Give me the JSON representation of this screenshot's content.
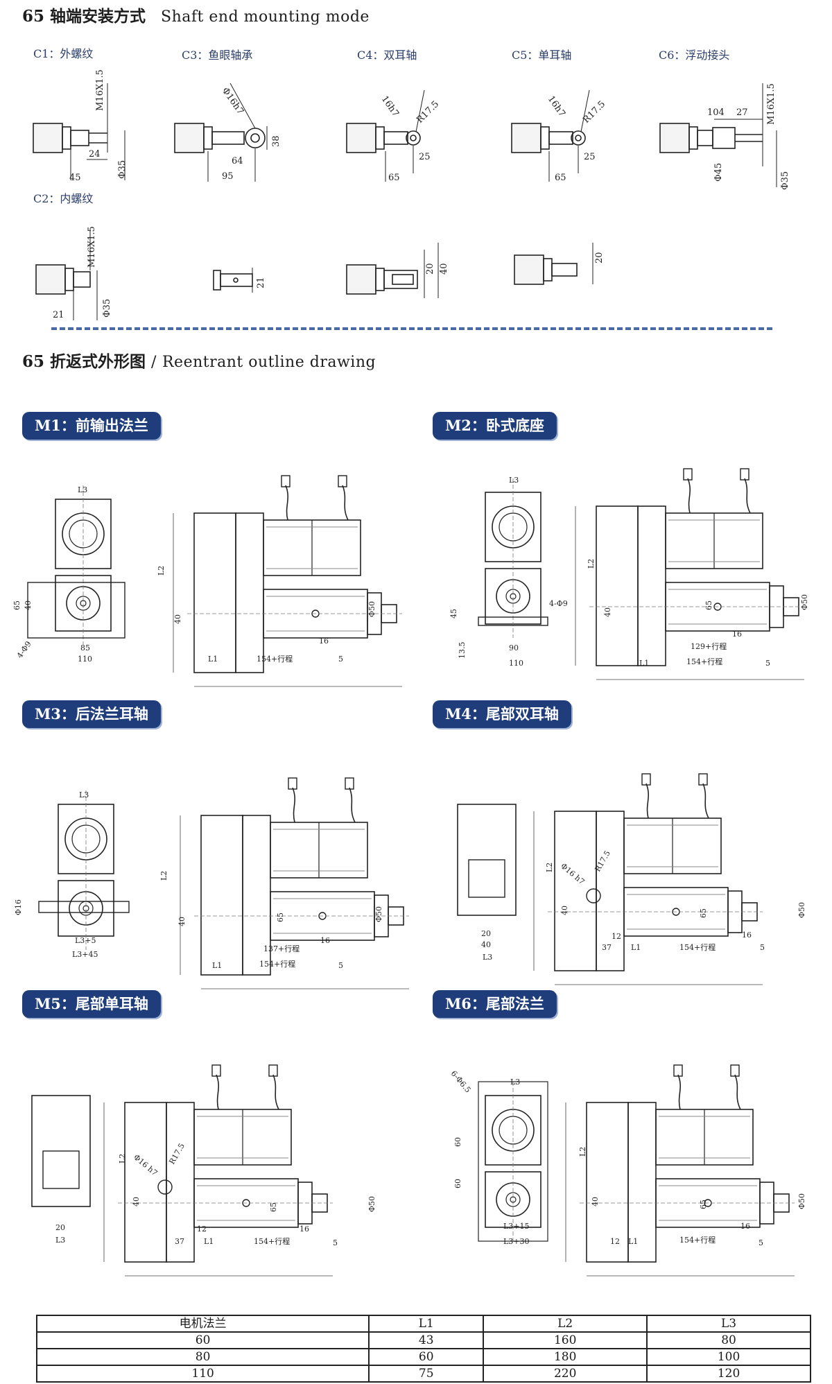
{
  "section1": {
    "num": "65",
    "title_cn": "轴端安装方式",
    "title_en": "Shaft end mounting mode",
    "labels": {
      "c1": "C1：外螺纹",
      "c3": "C3：鱼眼轴承",
      "c4": "C4：双耳轴",
      "c5": "C5：单耳轴",
      "c6": "C6：浮动接头",
      "c2": "C2：内螺纹"
    },
    "dims": {
      "c1": [
        "M16X1.5",
        "24",
        "45",
        "Φ35"
      ],
      "c3": [
        "Φ16h7",
        "38",
        "64",
        "95"
      ],
      "c4": [
        "16h7",
        "R17.5",
        "25",
        "65"
      ],
      "c5": [
        "16h7",
        "R17.5",
        "25",
        "65"
      ],
      "c6": [
        "104",
        "27",
        "M16X1.5",
        "Φ45",
        "Φ35"
      ],
      "c2": [
        "M16X1.5",
        "21",
        "Φ35"
      ],
      "c3b": [
        "21"
      ],
      "c4b": [
        "20",
        "40"
      ],
      "c5b": [
        "20"
      ]
    }
  },
  "section2": {
    "num": "65",
    "title_cn": "折返式外形图",
    "sep": "/",
    "title_en": "Reentrant outline drawing"
  },
  "models": {
    "m1": "M1：前输出法兰",
    "m2": "M2：卧式底座",
    "m3": "M3：后法兰耳轴",
    "m4": "M4：尾部双耳轴",
    "m5": "M5：尾部单耳轴",
    "m6": "M6：尾部法兰"
  },
  "drawing_dims": {
    "m1": [
      "L3",
      "65",
      "40",
      "4-Φ9",
      "85",
      "110",
      "L2",
      "40",
      "L1",
      "154+行程",
      "5",
      "16",
      "Φ50"
    ],
    "m2": [
      "L3",
      "45",
      "13.5",
      "90",
      "110",
      "4-Φ9",
      "L2",
      "40",
      "65",
      "Φ50",
      "16",
      "129+行程",
      "L1",
      "154+行程",
      "5"
    ],
    "m3": [
      "L3",
      "Φ16",
      "L3+5",
      "L3+45",
      "L2",
      "40",
      "65",
      "Φ50",
      "16",
      "137+行程",
      "L1",
      "154+行程",
      "5"
    ],
    "m4": [
      "20",
      "40",
      "L3",
      "L2",
      "Φ16 h7",
      "R17.5",
      "40",
      "65",
      "Φ50",
      "12",
      "16",
      "37",
      "L1",
      "154+行程",
      "5"
    ],
    "m5": [
      "20",
      "L3",
      "L2",
      "Φ16 h7",
      "R17.5",
      "40",
      "65",
      "Φ50",
      "12",
      "16",
      "37",
      "L1",
      "154+行程",
      "5"
    ],
    "m6": [
      "6-Φ6.5",
      "L3",
      "60",
      "60",
      "L3+15",
      "L3+30",
      "L2",
      "40",
      "65",
      "Φ50",
      "16",
      "12",
      "L1",
      "154+行程",
      "5"
    ]
  },
  "table": {
    "headers": [
      "电机法兰",
      "L1",
      "L2",
      "L3"
    ],
    "rows": [
      [
        "60",
        "43",
        "160",
        "80"
      ],
      [
        "80",
        "60",
        "180",
        "100"
      ],
      [
        "110",
        "75",
        "220",
        "120"
      ]
    ]
  },
  "colors": {
    "pill": "#1f3d7a",
    "dashed_rule": "#4a6aa3",
    "label": "#2a3d6a"
  }
}
